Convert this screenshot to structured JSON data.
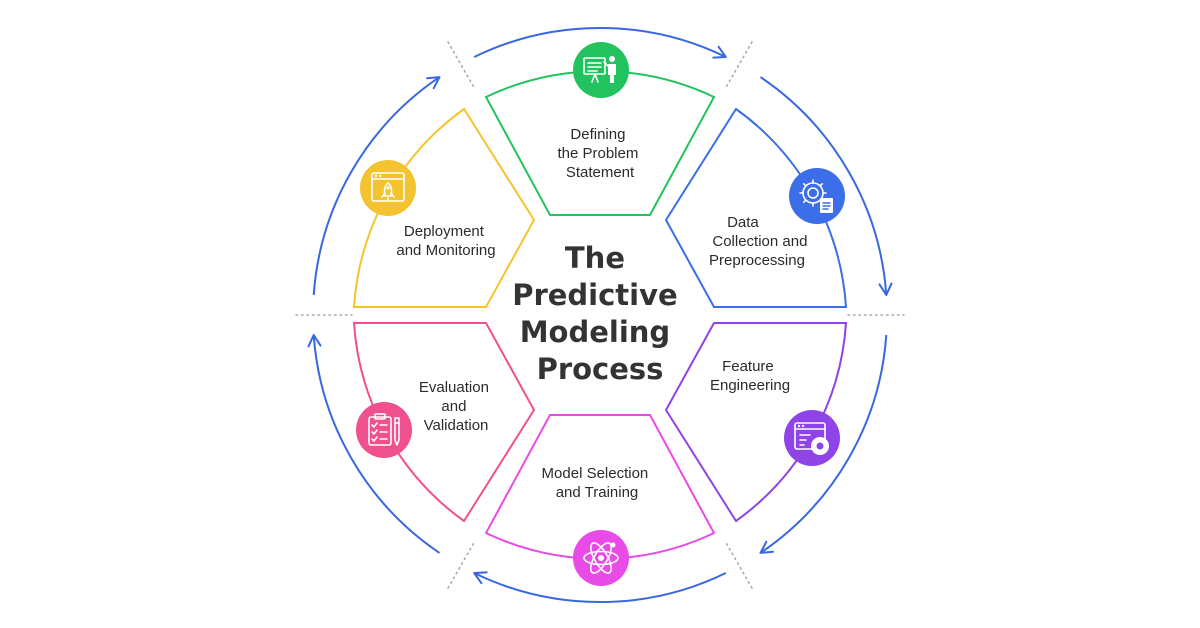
{
  "title": {
    "lines": [
      "The",
      "Predictive",
      "Modeling",
      "Process"
    ]
  },
  "segments": [
    {
      "label_lines": [
        "Defining",
        "the Problem",
        "Statement"
      ],
      "color": "#22c35e",
      "icon": "presentation-board-icon"
    },
    {
      "label_lines": [
        "Data",
        "Collection and",
        "Preprocessing"
      ],
      "color": "#3b6ee8",
      "icon": "gear-document-icon"
    },
    {
      "label_lines": [
        "Feature",
        "Engineering"
      ],
      "color": "#8e44e6",
      "icon": "code-gear-window-icon"
    },
    {
      "label_lines": [
        "Model Selection",
        "and Training"
      ],
      "color": "#e84be6",
      "icon": "atom-icon"
    },
    {
      "label_lines": [
        "Evaluation",
        "and",
        "Validation"
      ],
      "color": "#f0508d",
      "icon": "clipboard-checklist-icon"
    },
    {
      "label_lines": [
        "Deployment",
        "and Monitoring"
      ],
      "color": "#f4c430",
      "icon": "rocket-browser-icon"
    }
  ],
  "arrow_color": "#3868e0"
}
